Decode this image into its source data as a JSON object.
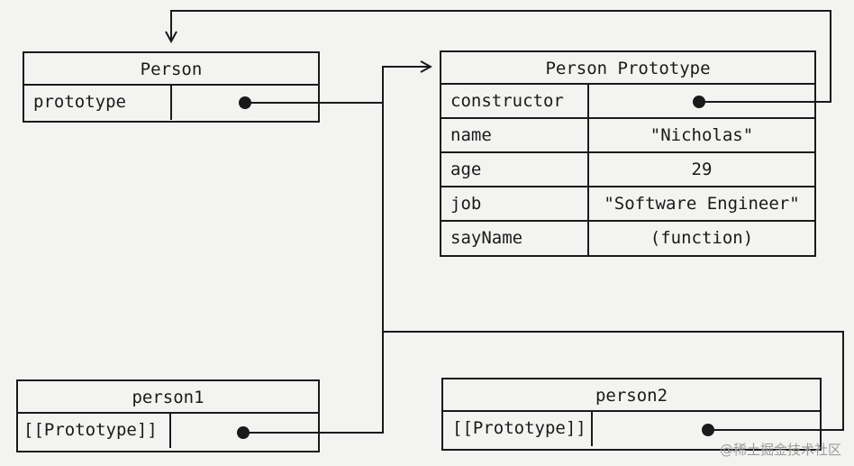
{
  "person": {
    "title": "Person",
    "key": "prototype"
  },
  "proto": {
    "title": "Person Prototype",
    "rows": [
      {
        "key": "constructor",
        "value": ""
      },
      {
        "key": "name",
        "value": "\"Nicholas\""
      },
      {
        "key": "age",
        "value": "29"
      },
      {
        "key": "job",
        "value": "\"Software Engineer\""
      },
      {
        "key": "sayName",
        "value": "(function)"
      }
    ]
  },
  "person1": {
    "title": "person1",
    "key": "[[Prototype]]"
  },
  "person2": {
    "title": "person2",
    "key": "[[Prototype]]"
  },
  "watermark": "@稀土掘金技术社区"
}
